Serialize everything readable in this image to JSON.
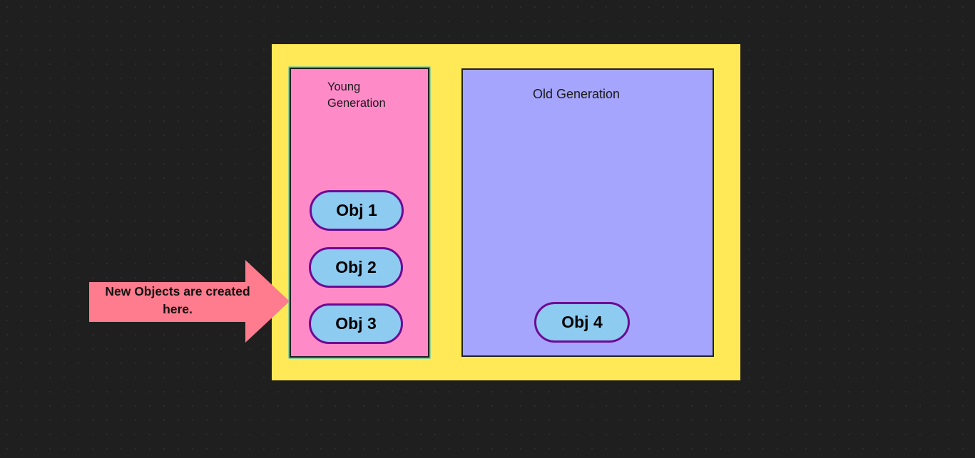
{
  "heap": {
    "young_generation": {
      "title": "Young\nGeneration",
      "objects": [
        "Obj 1",
        "Obj 2",
        "Obj 3"
      ]
    },
    "old_generation": {
      "title": "Old Generation",
      "objects": [
        "Obj 4"
      ]
    }
  },
  "arrow": {
    "label": "New Objects are created here."
  },
  "colors": {
    "background": "#1f1f1f",
    "heap_fill": "#ffe957",
    "young_fill": "#ff8ac8",
    "old_fill": "#a5a5fd",
    "object_fill": "#8ecbf1",
    "object_border": "#6d0a94",
    "arrow_fill": "#ff7b8e"
  }
}
